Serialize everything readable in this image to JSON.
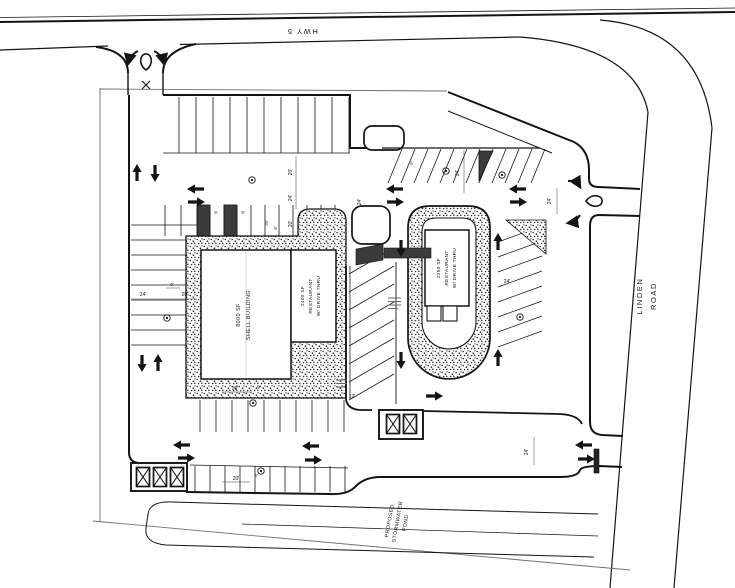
{
  "roads": {
    "hwy": "HWY 5",
    "linden_line1": "LINDEN",
    "linden_line2": "ROAD"
  },
  "buildings": {
    "shell_line1": "8000 SF",
    "shell_line2": "SHELL BUILDING",
    "rest_west_line1": "2400 SF",
    "rest_west_line2": "RESTAURANT",
    "rest_west_line3": "W/ DRIVE THRU",
    "rest_east_line1": "2250 SF",
    "rest_east_line2": "RESTAURANT",
    "rest_east_line3": "W/ DRIVE THRU"
  },
  "pond": {
    "line1": "PROPOSED",
    "line2": "STORMWATER",
    "line3": "POND"
  },
  "dims": {
    "d24": "24'",
    "d20": "20'",
    "d9": "9'",
    "d12": "12'",
    "d8": "8'"
  },
  "colors": {
    "line": "#141414",
    "island_fill": "#3b3b3b",
    "paper": "#ffffff"
  }
}
